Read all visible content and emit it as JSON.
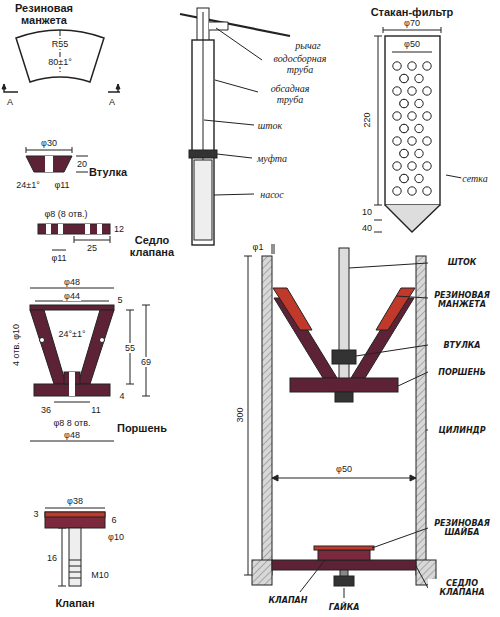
{
  "diagram": {
    "labels": [
      "Резиновая манжета",
      "R55",
      "80±1°",
      "A",
      "A",
      "рычаг",
      "водосборная труба",
      "обсадная труба",
      "шток",
      "муфта",
      "насос",
      "Стакан-фильтр",
      "φ70",
      "φ50",
      "220",
      "10",
      "40",
      "сетка",
      "φ30",
      "20",
      "Втулка",
      "24±1°",
      "φ11",
      "φ8 (8 отв.)",
      "12",
      "25",
      "φ11",
      "Седло клапана",
      "φ48",
      "φ44",
      "4 отв. φ10",
      "5",
      "24°±1°",
      "55",
      "69",
      "4",
      "36",
      "11",
      "φ8 8 отв.",
      "φ48",
      "Поршень",
      "φ1",
      "ШТОК",
      "РЕЗИНОВАЯ МАНЖЕТА",
      "ВТУЛКА",
      "ПОРШЕНЬ",
      "ЦИЛИНДР",
      "300",
      "φ50",
      "РЕЗИНОВАЯ ШАЙБА",
      "СЕДЛО КЛАПАНА",
      "КЛАПАН",
      "ГАЙКА",
      "φ38",
      "3",
      "6",
      "φ10",
      "16",
      "М10",
      "Клапан"
    ]
  }
}
